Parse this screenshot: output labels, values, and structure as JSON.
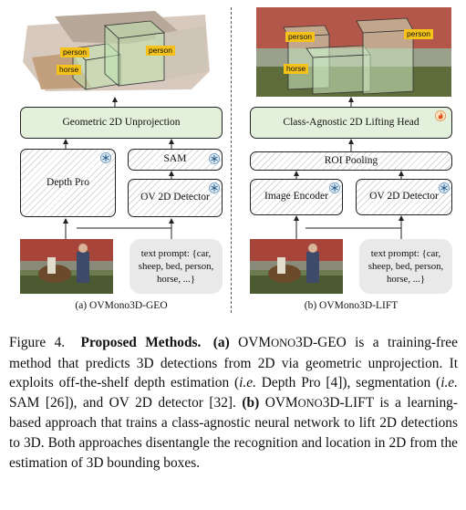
{
  "left_panel": {
    "scene_labels": [
      "person",
      "person",
      "horse"
    ],
    "unprojection": "Geometric 2D Unprojection",
    "depth_pro": "Depth Pro",
    "sam": "SAM",
    "ov2d": "OV 2D Detector",
    "prompt": "text prompt: {car, sheep, bed, person, horse, ...}",
    "subcaption": "(a) OVMono3D-GEO"
  },
  "right_panel": {
    "scene_labels": [
      "person",
      "person",
      "horse"
    ],
    "lifting_head": "Class-Agnostic 2D Lifting Head",
    "roi_pooling": "ROI Pooling",
    "image_encoder": "Image Encoder",
    "ov2d": "OV 2D Detector",
    "prompt": "text prompt: {car, sheep, bed, person, horse, ...}",
    "subcaption": "(b) OVMono3D-LIFT"
  },
  "icons": {
    "frozen": "snowflake-icon",
    "trainable": "flame-icon"
  },
  "caption": {
    "figure_label": "Figure 4.",
    "title": "Proposed Methods.",
    "a_label": "(a)",
    "geo_name_prefix": "OVM",
    "geo_name_sc": "ONO",
    "geo_name_suffix": "3D-GEO",
    "text1": " is a training-free method that predicts 3D detections from 2D via geometric unprojection. It exploits off-the-shelf depth estimation (",
    "ie1": "i.e.",
    "text2": " Depth Pro [4]), segmentation (",
    "ie2": "i.e.",
    "text3": " SAM [26]), and OV 2D detector [32].",
    "b_label": "(b)",
    "lift_name_prefix": "OVM",
    "lift_name_sc": "ONO",
    "lift_name_suffix": "3D-LIFT",
    "text4": " is a learning-based approach that trains a class-agnostic neural network to lift 2D detections to 3D. Both approaches disentangle the recognition and location in 2D from the estimation of 3D bounding boxes."
  }
}
